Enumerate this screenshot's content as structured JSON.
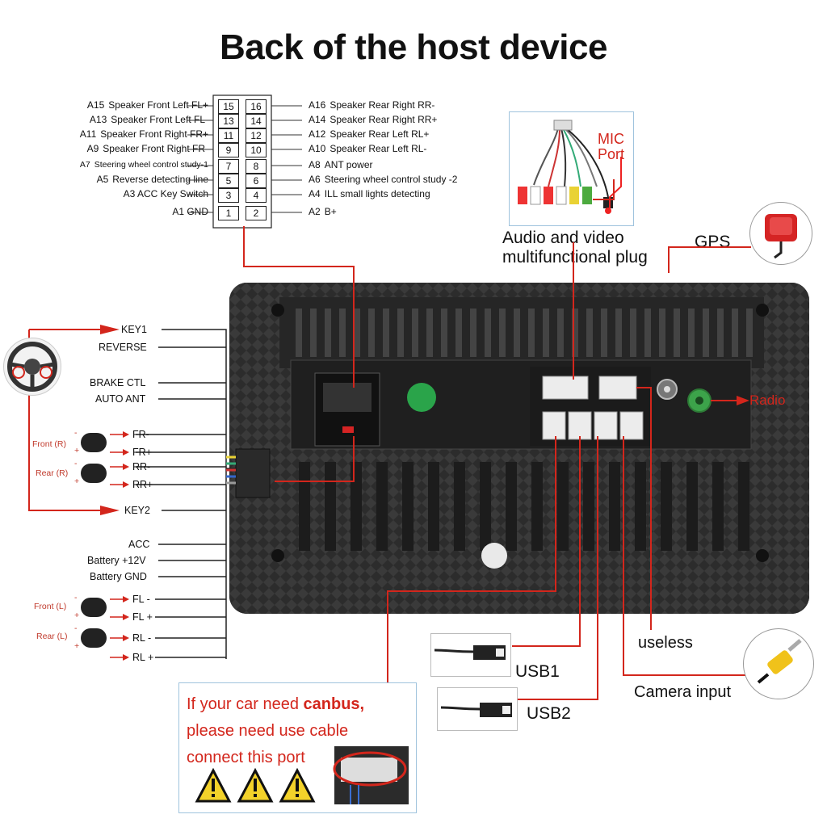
{
  "title": "Back of the host device",
  "pins_left": [
    {
      "code": "A15",
      "label": "Speaker Front Left FL+",
      "num": "15"
    },
    {
      "code": "A13",
      "label": "Speaker Front Left FL-",
      "num": "13"
    },
    {
      "code": "A11",
      "label": "Speaker Front Right FR+",
      "num": "11"
    },
    {
      "code": "A9",
      "label": "Speaker Front Right FR-",
      "num": "9"
    },
    {
      "code": "A7",
      "label": "Steering wheel control study-1",
      "num": "7"
    },
    {
      "code": "A5",
      "label": "Reverse detecting line",
      "num": "5"
    },
    {
      "code": "",
      "label": "A3 ACC Key Switch",
      "num": "3"
    },
    {
      "code": "",
      "label": "A1 GND",
      "num": "1"
    }
  ],
  "pins_right": [
    {
      "code": "A16",
      "label": "Speaker Rear Right RR-",
      "num": "16"
    },
    {
      "code": "A14",
      "label": "Speaker Rear Right RR+",
      "num": "14"
    },
    {
      "code": "A12",
      "label": "Speaker Rear Left RL+",
      "num": "12"
    },
    {
      "code": "A10",
      "label": "Speaker Rear Left RL-",
      "num": "10"
    },
    {
      "code": "A8",
      "label": "ANT power",
      "num": "8"
    },
    {
      "code": "A6",
      "label": "Steering wheel control study -2",
      "num": "6"
    },
    {
      "code": "A4",
      "label": "ILL small lights detecting",
      "num": "4"
    },
    {
      "code": "A2",
      "label": "B+",
      "num": "2"
    }
  ],
  "harness": {
    "key1": "KEY1",
    "reverse": "REVERSE",
    "brake": "BRAKE CTL",
    "auto_ant": "AUTO ANT",
    "front_r": "Front (R)",
    "fr_minus": "FR-",
    "fr_plus": "FR+",
    "rear_r": "Rear (R)",
    "rr_minus": "RR-",
    "rr_plus": "RR+",
    "key2": "KEY2",
    "acc": "ACC",
    "battery12": "Battery +12V",
    "battery_gnd": "Battery GND",
    "front_l": "Front (L)",
    "fl_minus": "FL -",
    "fl_plus": "FL +",
    "rear_l": "Rear (L)",
    "rl_minus": "RL -",
    "rl_plus": "RL +",
    "minus": "-",
    "plus": "+"
  },
  "callouts": {
    "mic_port_line1": "MIC",
    "mic_port_line2": "Port",
    "av_plug_line1": "Audio and video",
    "av_plug_line2": "multifunctional plug",
    "gps": "GPS",
    "radio": "Radio",
    "useless": "useless",
    "usb1": "USB1",
    "usb2": "USB2",
    "camera": "Camera input"
  },
  "canbus": {
    "line1_pre": "If your car need ",
    "line1_bold": "canbus,",
    "line2": "please need use cable",
    "line3": "connect this port"
  },
  "colors": {
    "accent_red": "#d3261c",
    "box_border": "#9fc3dd",
    "panel_dark": "#2b2b2b"
  }
}
